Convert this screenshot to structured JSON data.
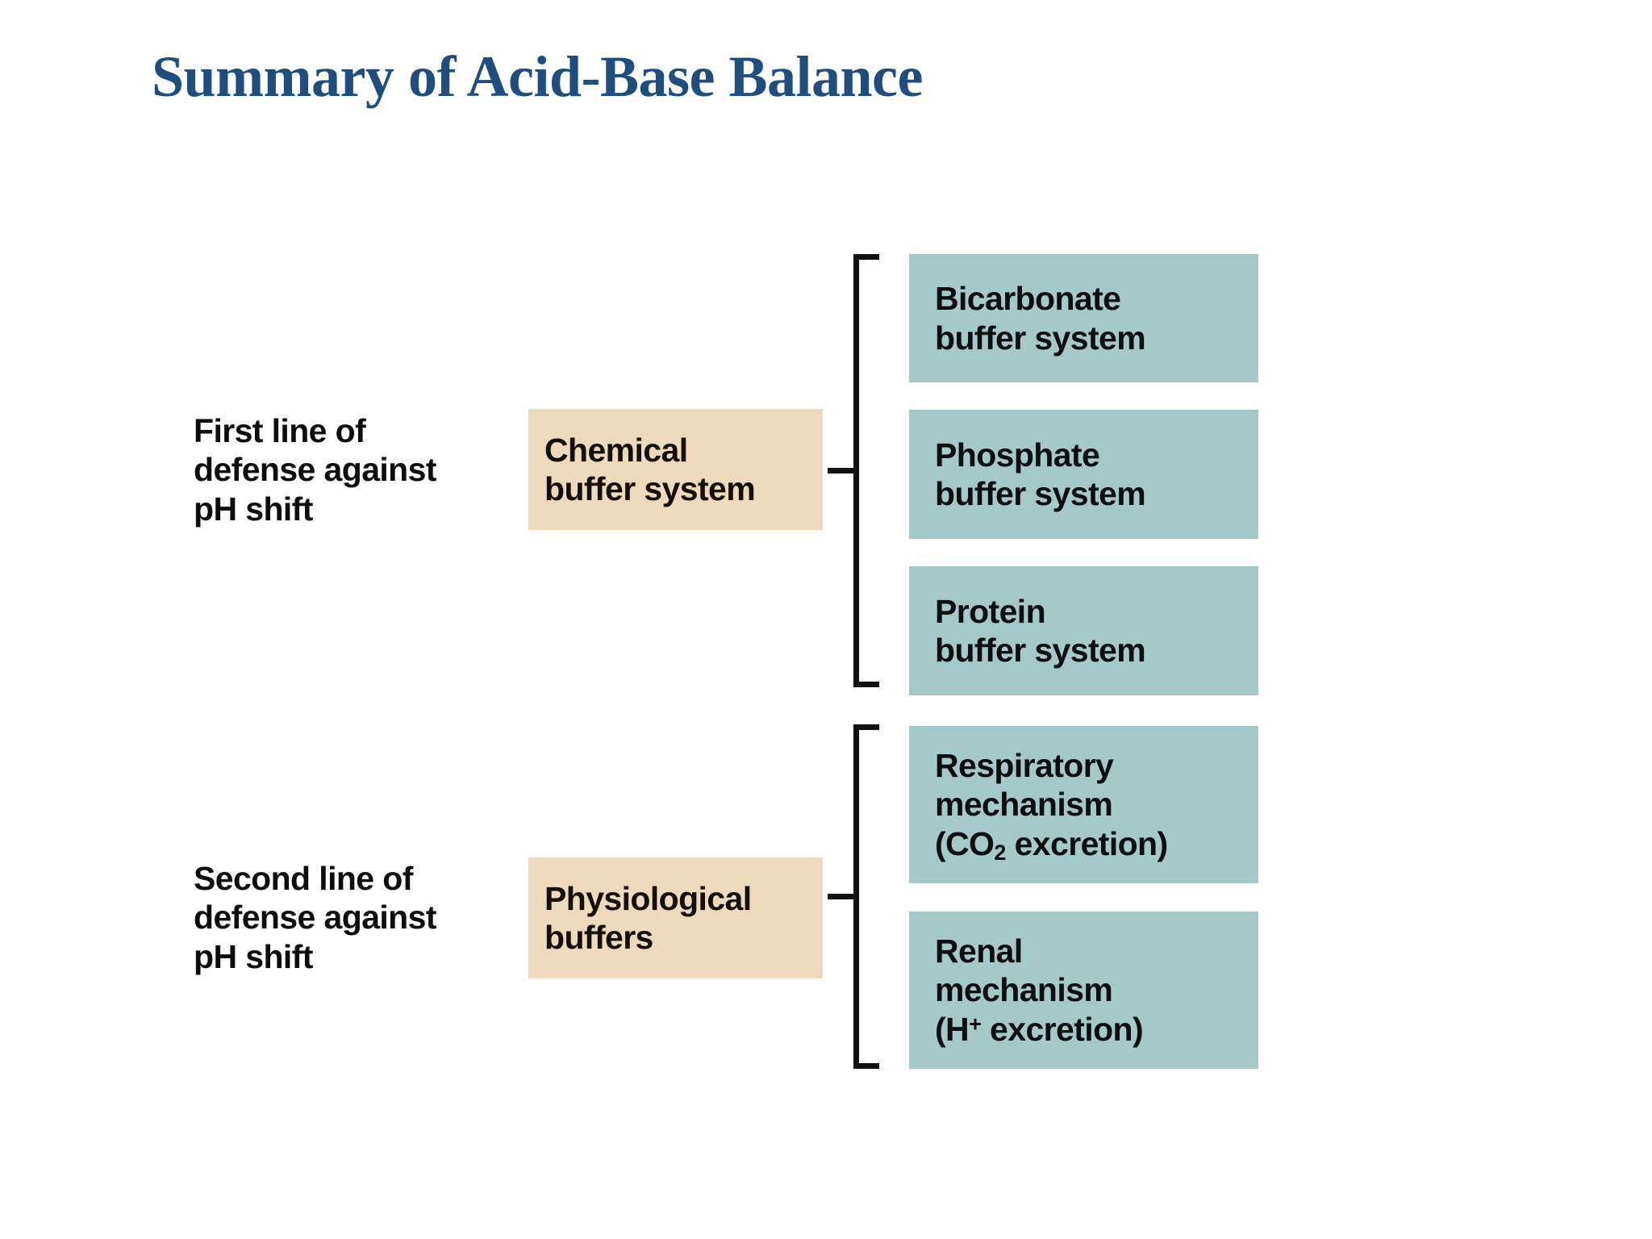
{
  "slide": {
    "title": "Summary of Acid-Base Balance",
    "title_color": "#1F4E7E",
    "background_color": "#FFFFFF"
  },
  "palette": {
    "category_box": "#EFD9BC",
    "mechanism_box": "#A5C9C8",
    "bracket_line": "#111111",
    "body_text": "#0D0D0D"
  },
  "diagram": {
    "type": "hierarchy",
    "rows": [
      {
        "id": "first-line",
        "stage_label": {
          "lines": [
            "First line of",
            "defense against",
            "pH shift"
          ]
        },
        "category": {
          "lines": [
            "Chemical",
            "buffer system"
          ]
        },
        "mechanisms": [
          {
            "lines": [
              "Bicarbonate",
              "buffer system"
            ]
          },
          {
            "lines": [
              "Phosphate",
              "buffer system"
            ]
          },
          {
            "lines": [
              "Protein",
              "buffer system"
            ]
          }
        ]
      },
      {
        "id": "second-line",
        "stage_label": {
          "lines": [
            "Second line of",
            "defense against",
            "pH shift"
          ]
        },
        "category": {
          "lines": [
            "Physiological",
            "buffers"
          ]
        },
        "mechanisms": [
          {
            "lines": [
              "Respiratory",
              "mechanism",
              "(CO|SUB:2| excretion)"
            ]
          },
          {
            "lines": [
              "Renal",
              "mechanism",
              "(H|SUP:+| excretion)"
            ]
          }
        ]
      }
    ]
  }
}
